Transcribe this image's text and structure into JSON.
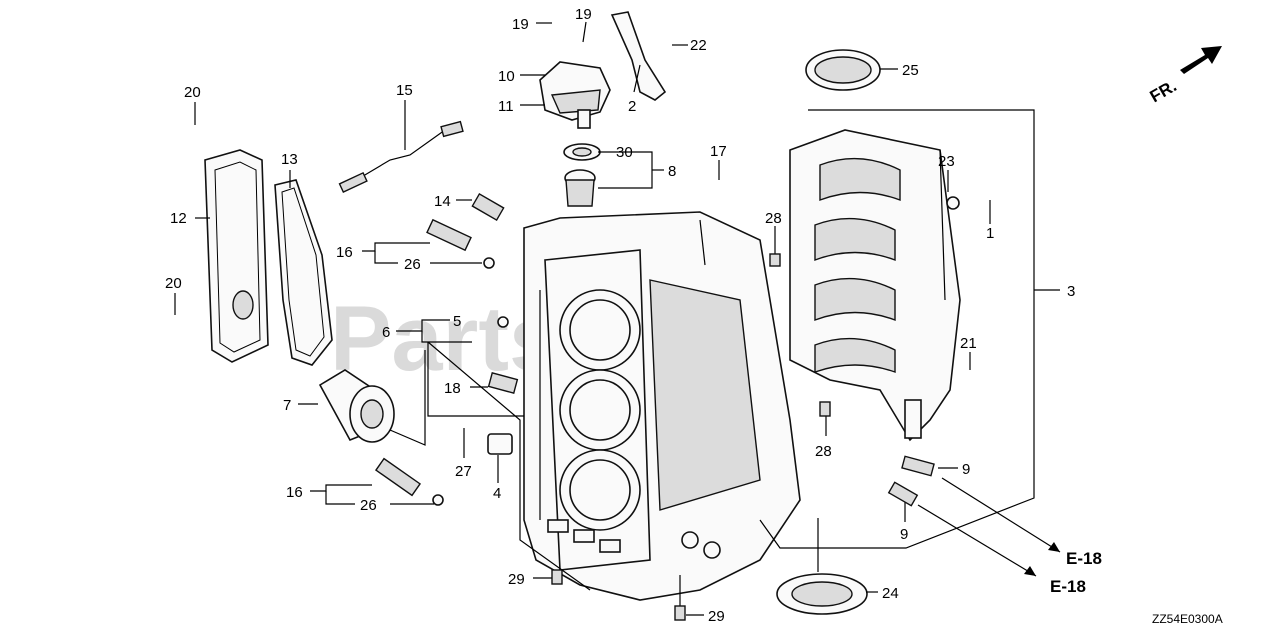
{
  "diagram": {
    "drawing_code": "ZZ54E0300A",
    "direction_indicator": "FR.",
    "watermark": "PartsTree",
    "references": [
      "E-18",
      "E-18"
    ],
    "callouts": {
      "c1": "1",
      "c2": "2",
      "c3": "3",
      "c4": "4",
      "c5": "5",
      "c6": "6",
      "c7": "7",
      "c8": "8",
      "c9a": "9",
      "c9b": "9",
      "c10": "10",
      "c11": "11",
      "c12": "12",
      "c13": "13",
      "c14": "14",
      "c15": "15",
      "c16a": "16",
      "c16b": "16",
      "c17": "17",
      "c18": "18",
      "c19a": "19",
      "c19b": "19",
      "c20a": "20",
      "c20b": "20",
      "c21": "21",
      "c22": "22",
      "c23": "23",
      "c24": "24",
      "c25": "25",
      "c26a": "26",
      "c26b": "26",
      "c27": "27",
      "c28a": "28",
      "c28b": "28",
      "c29a": "29",
      "c29b": "29",
      "c30": "30"
    }
  }
}
